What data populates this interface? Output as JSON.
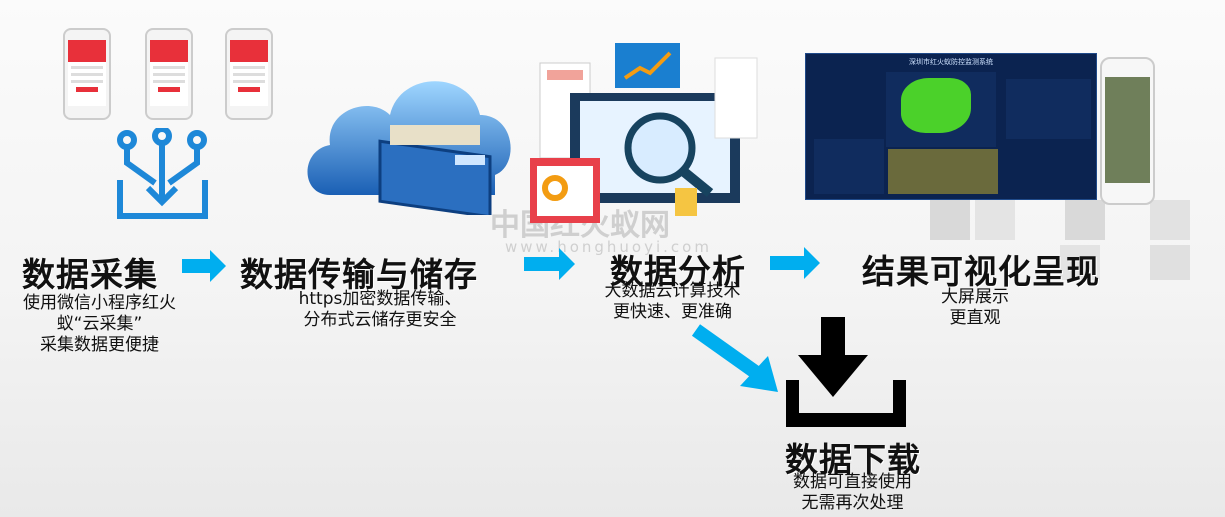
{
  "watermark": {
    "name": "中国红火蚁网",
    "url": "www.honghuoyi.com"
  },
  "steps": [
    {
      "title": "数据采集",
      "lines": [
        "使用微信小程序红火",
        "蚁“云采集”",
        "采集数据更便捷"
      ]
    },
    {
      "title": "数据传输与储存",
      "lines": [
        "https加密数据传输、",
        "分布式云储存更安全"
      ]
    },
    {
      "title": "数据分析",
      "lines": [
        "大数据云计算技术",
        "更快速、更准确"
      ]
    },
    {
      "title": "结果可视化呈现",
      "lines": [
        "大屏展示",
        "更直观"
      ]
    },
    {
      "title": "数据下载",
      "lines": [
        "数据可直接使用",
        "无需再次处理"
      ]
    }
  ],
  "dashboard": {
    "title": "深圳市红火蚁防控监测系统"
  },
  "colors": {
    "accent": "#00aeef",
    "phone_header": "#e8303a",
    "dashboard_bg": "#0b2350"
  }
}
